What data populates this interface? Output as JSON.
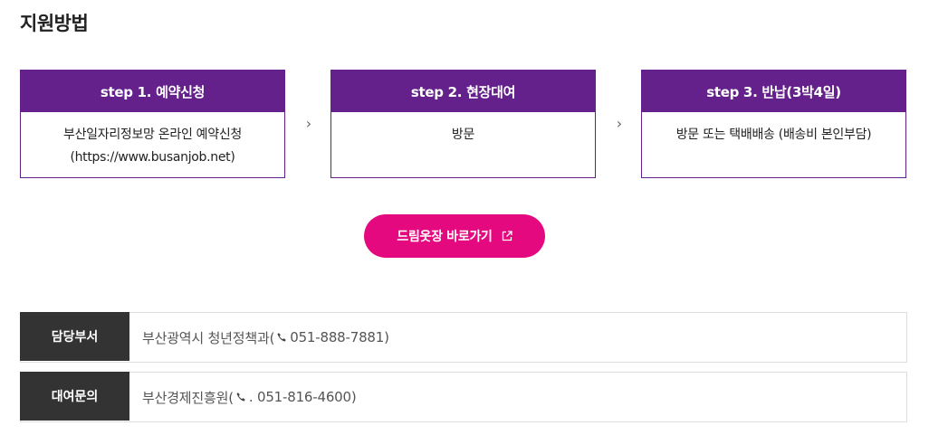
{
  "section": {
    "title": "지원방법"
  },
  "steps": [
    {
      "title": "step 1. 예약신청",
      "lines": [
        "부산일자리정보망 온라인 예약신청",
        "(https://www.busanjob.net)"
      ]
    },
    {
      "title": "step 2. 현장대여",
      "lines": [
        "방문"
      ]
    },
    {
      "title": "step 3. 반납(3박4일)",
      "lines": [
        "방문 또는 택배배송 (배송비 본인부담)"
      ]
    }
  ],
  "arrows": {
    "glyph": "›"
  },
  "cta": {
    "label": "드림옷장 바로가기",
    "icon": "external-link-icon"
  },
  "info": {
    "dept": {
      "label": "담당부서",
      "prefix": "부산광역시 청년정책과(",
      "phone": "051-888-7881)"
    },
    "rental": {
      "label": "대여문의",
      "prefix": "부산경제진흥원(",
      "phone": ". 051-816-4600)"
    }
  },
  "colors": {
    "primary": "#65218b",
    "accent": "#e4097f",
    "label_bg": "#333333"
  }
}
